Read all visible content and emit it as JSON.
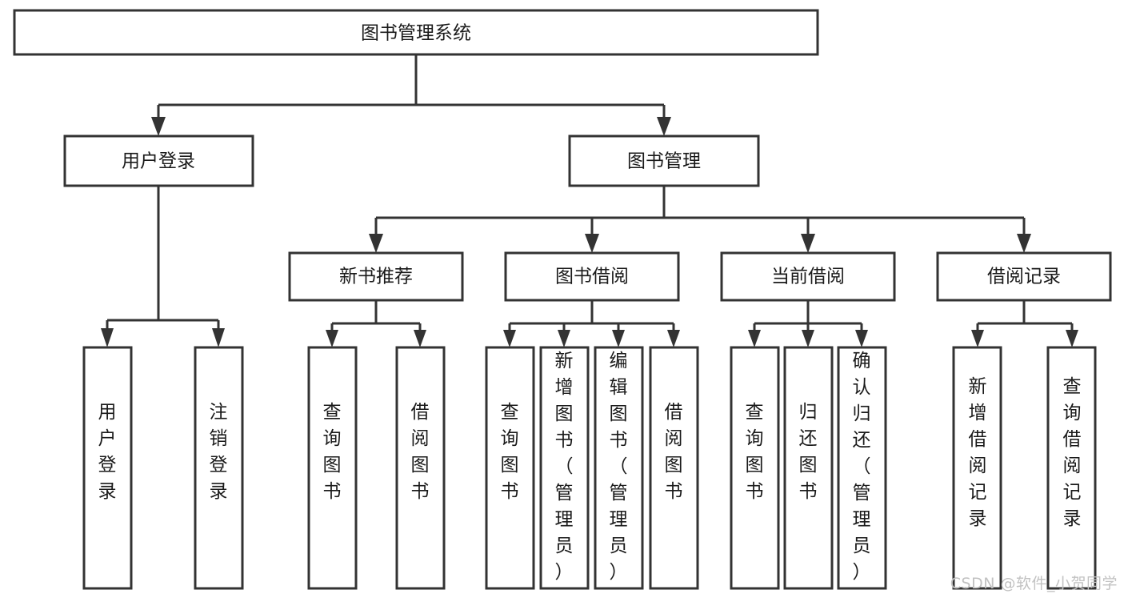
{
  "diagram": {
    "title": "图书管理系统",
    "type": "tree-hierarchy-chart",
    "orientation": "top-down",
    "watermark": "CSDN @软件_小贺同学",
    "colors": {
      "stroke": "#333333",
      "fill": "#ffffff",
      "text": "#1a1a1a",
      "watermark": "#c2c2c2",
      "background": "#ffffff"
    },
    "levels": [
      {
        "level": 1,
        "nodes": [
          {
            "id": "root",
            "label": "图书管理系统",
            "orientation": "horizontal"
          }
        ]
      },
      {
        "level": 2,
        "nodes": [
          {
            "id": "user-login",
            "label": "用户登录",
            "orientation": "horizontal",
            "parent": "root"
          },
          {
            "id": "book-manage",
            "label": "图书管理",
            "orientation": "horizontal",
            "parent": "root"
          }
        ]
      },
      {
        "level": 3,
        "nodes": [
          {
            "id": "new-book-rec",
            "label": "新书推荐",
            "orientation": "horizontal",
            "parent": "book-manage"
          },
          {
            "id": "book-borrow",
            "label": "图书借阅",
            "orientation": "horizontal",
            "parent": "book-manage"
          },
          {
            "id": "current-borrow",
            "label": "当前借阅",
            "orientation": "horizontal",
            "parent": "book-manage"
          },
          {
            "id": "borrow-record",
            "label": "借阅记录",
            "orientation": "horizontal",
            "parent": "book-manage"
          }
        ]
      },
      {
        "level": 4,
        "nodes": [
          {
            "id": "leaf-user-login",
            "label": "用户登录",
            "orientation": "vertical",
            "parent": "user-login"
          },
          {
            "id": "leaf-logout",
            "label": "注销登录",
            "orientation": "vertical",
            "parent": "user-login"
          },
          {
            "id": "leaf-query-book-1",
            "label": "查询图书",
            "orientation": "vertical",
            "parent": "new-book-rec"
          },
          {
            "id": "leaf-borrow-book-1",
            "label": "借阅图书",
            "orientation": "vertical",
            "parent": "new-book-rec"
          },
          {
            "id": "leaf-query-book-2",
            "label": "查询图书",
            "orientation": "vertical",
            "parent": "book-borrow"
          },
          {
            "id": "leaf-add-book",
            "label": "新增图书（管理员）",
            "orientation": "vertical",
            "parent": "book-borrow"
          },
          {
            "id": "leaf-edit-book",
            "label": "编辑图书（管理员）",
            "orientation": "vertical",
            "parent": "book-borrow"
          },
          {
            "id": "leaf-borrow-book-2",
            "label": "借阅图书",
            "orientation": "vertical",
            "parent": "book-borrow"
          },
          {
            "id": "leaf-query-book-3",
            "label": "查询图书",
            "orientation": "vertical",
            "parent": "current-borrow"
          },
          {
            "id": "leaf-return-book",
            "label": "归还图书",
            "orientation": "vertical",
            "parent": "current-borrow"
          },
          {
            "id": "leaf-confirm-return",
            "label": "确认归还（管理员）",
            "orientation": "vertical",
            "parent": "current-borrow"
          },
          {
            "id": "leaf-add-record",
            "label": "新增借阅记录",
            "orientation": "vertical",
            "parent": "borrow-record"
          },
          {
            "id": "leaf-query-record",
            "label": "查询借阅记录",
            "orientation": "vertical",
            "parent": "borrow-record"
          }
        ]
      }
    ]
  },
  "chart_data": {
    "type": "table",
    "title": "图书管理系统",
    "categories": [
      "用户登录",
      "图书管理"
    ],
    "series": [
      {
        "name": "用户登录",
        "values": [
          "用户登录",
          "注销登录"
        ]
      },
      {
        "name": "图书管理",
        "values": [
          "新书推荐",
          "图书借阅",
          "当前借阅",
          "借阅记录"
        ]
      },
      {
        "name": "新书推荐",
        "values": [
          "查询图书",
          "借阅图书"
        ]
      },
      {
        "name": "图书借阅",
        "values": [
          "查询图书",
          "新增图书（管理员）",
          "编辑图书（管理员）",
          "借阅图书"
        ]
      },
      {
        "name": "当前借阅",
        "values": [
          "查询图书",
          "归还图书",
          "确认归还（管理员）"
        ]
      },
      {
        "name": "借阅记录",
        "values": [
          "新增借阅记录",
          "查询借阅记录"
        ]
      }
    ],
    "xlabel": "",
    "ylabel": "",
    "grid": false,
    "legend": "none"
  }
}
